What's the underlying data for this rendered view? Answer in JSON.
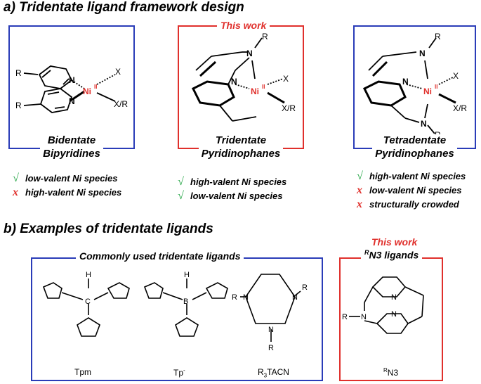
{
  "section_a": {
    "title": "a) Tridentate ligand framework design"
  },
  "panels": [
    {
      "caption_line1": "Bidentate",
      "caption_line2": "Bipyridines",
      "features": [
        {
          "mark": "check",
          "text": "low-valent Ni species"
        },
        {
          "mark": "cross",
          "text": "high-valent Ni species"
        }
      ]
    },
    {
      "tag": "This work",
      "caption_line1": "Tridentate",
      "caption_line2": "Pyridinophanes",
      "features": [
        {
          "mark": "check",
          "text": "high-valent Ni species"
        },
        {
          "mark": "check",
          "text": "low-valent Ni species"
        }
      ]
    },
    {
      "caption_line1": "Tetradentate",
      "caption_line2": "Pyridinophanes",
      "features": [
        {
          "mark": "check",
          "text": "high-valent Ni species"
        },
        {
          "mark": "cross",
          "text": "low-valent Ni species"
        },
        {
          "mark": "cross",
          "text": "structurally crowded"
        }
      ]
    }
  ],
  "marks": {
    "check": "√",
    "cross": "x"
  },
  "chem": {
    "Ni": "Ni",
    "ox": "II",
    "N": "N",
    "R": "R",
    "X": "X",
    "XR": "X/R",
    "H": "H",
    "B": "B",
    "C": "C"
  },
  "section_b": {
    "title": "b) Examples of tridentate ligands",
    "common_box_title": "Commonly used tridentate ligands",
    "ligands": [
      {
        "label": "Tpm"
      },
      {
        "label": "Tp",
        "sup": "-"
      },
      {
        "label_pre": "R",
        "label_sub": "3",
        "label_post": "TACN"
      }
    ],
    "work_tag": "This work",
    "work_title_sup": "R",
    "work_title": "N3 ligands",
    "work_ligand_sup": "R",
    "work_ligand": "N3"
  },
  "colors": {
    "blue": "#2a3cb8",
    "red": "#e0302c",
    "green": "#2aa84a"
  }
}
